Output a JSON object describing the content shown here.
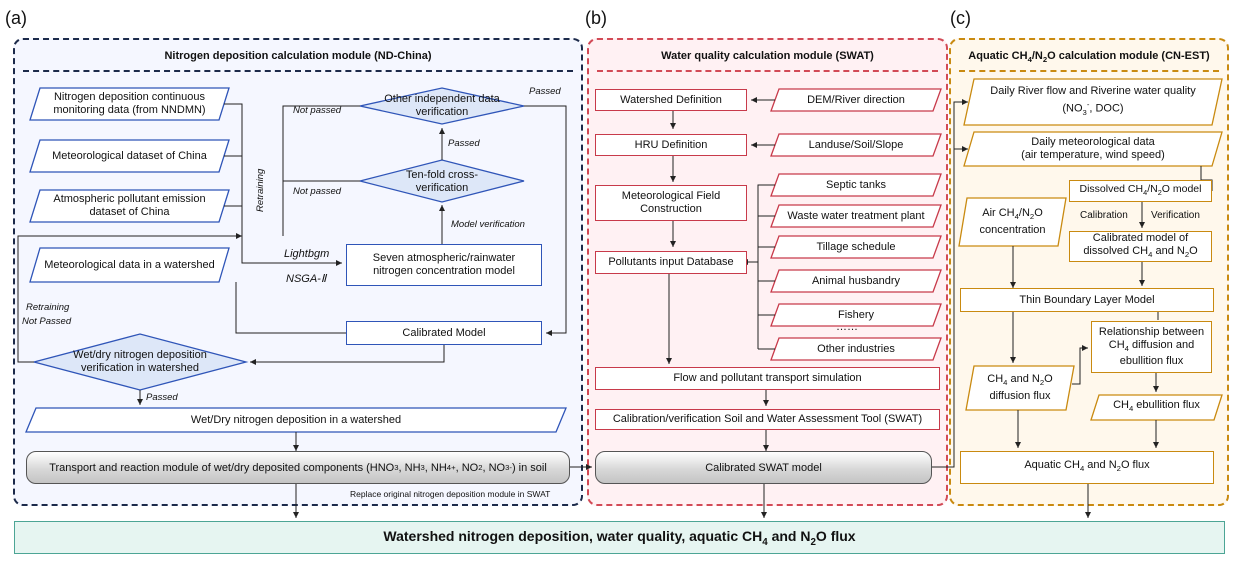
{
  "panels": {
    "a": "(a)",
    "b": "(b)",
    "c": "(c)"
  },
  "module_a": {
    "title": "Nitrogen deposition calculation module (ND-China)",
    "nndmn": "Nitrogen deposition continuous monitoring data (from NNDMN)",
    "met_china": "Meteorological dataset of China",
    "emission": "Atmospheric pollutant emission dataset of China",
    "met_watershed": "Meteorological data in a watershed",
    "other_verif": "Other independent data verification",
    "tenfold": "Ten-fold cross-verification",
    "seven_model": "Seven atmospheric/rainwater nitrogen concentration model",
    "calibrated": "Calibrated Model",
    "wetdry_verif": "Wet/dry nitrogen deposition verification in watershed",
    "wetdry_dep": "Wet/Dry nitrogen deposition in a watershed",
    "transport_prefix": "Transport and reaction module of wet/dry deposited components (HNO",
    "replace_note": "Replace original nitrogen deposition module in SWAT",
    "lbl_passed_top": "Passed",
    "lbl_passed_mid": "Passed",
    "lbl_passed_bottom": "Passed",
    "lbl_not_passed_1": "Not passed",
    "lbl_not_passed_2": "Not passed",
    "lbl_retraining_1": "Retraining",
    "lbl_retraining_2": "Retraining",
    "lbl_not_passed_3": "Not Passed",
    "lbl_model_verif": "Model verification",
    "lbl_lightbgm": "Lightbgm",
    "lbl_nsga": "NSGA-Ⅱ"
  },
  "module_b": {
    "title": "Water quality calculation module (SWAT)",
    "watershed_def": "Watershed Definition",
    "dem": "DEM/River direction",
    "hru": "HRU Definition",
    "landuse": "Landuse/Soil/Slope",
    "met_field": "Meteorological Field Construction",
    "septic": "Septic tanks",
    "wastewater": "Waste water treatment plant",
    "tillage": "Tillage schedule",
    "pollutants_db": "Pollutants input Database",
    "animal": "Animal husbandry",
    "fishery": "Fishery",
    "ellipsis": "……",
    "other_ind": "Other industries",
    "flow_sim": "Flow and pollutant transport simulation",
    "calib_swat": "Calibration/verification Soil and Water Assessment Tool (SWAT)",
    "calibrated_swat": "Calibrated SWAT model"
  },
  "module_c": {
    "title_prefix": "Aquatic CH",
    "title_suffix": " calculation module (CN-EST)",
    "daily_river": "Daily River flow and Riverine water quality",
    "daily_met_1": "Daily meteorological data",
    "daily_met_2": "(air temperature, wind speed)",
    "dissolved_model": "Dissolved CH",
    "air_conc": "Air CH",
    "calibration": "Calibration",
    "verification": "Verification",
    "calibrated_model_1": "Calibrated model of",
    "thin_layer": "Thin Boundary Layer Model",
    "relationship_1": "Relationship between",
    "relationship_3": "ebullition flux",
    "ebullition": " ebullition flux",
    "aquatic_flux": "Aquatic CH"
  },
  "bottom": {
    "text_prefix": "Watershed nitrogen deposition, water quality, aquatic CH"
  }
}
